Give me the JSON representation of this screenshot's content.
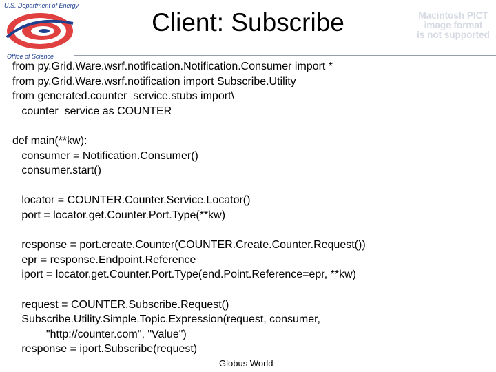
{
  "header": {
    "org_top": "U.S. Department of Energy",
    "org_bottom": "Office of Science",
    "title": "Client: Subscribe",
    "pict_notice": [
      "Macintosh PICT",
      "image format",
      "is not supported"
    ]
  },
  "code": [
    [
      "from py.Grid.Ware.wsrf.notification.Notification.Consumer import *",
      "from py.Grid.Ware.wsrf.notification import Subscribe.Utility",
      "from generated.counter_service.stubs import\\",
      "   counter_service as COUNTER"
    ],
    [
      "def main(**kw):",
      "   consumer = Notification.Consumer()",
      "   consumer.start()"
    ],
    [
      "   locator = COUNTER.Counter.Service.Locator()",
      "   port = locator.get.Counter.Port.Type(**kw)"
    ],
    [
      "   response = port.create.Counter(COUNTER.Create.Counter.Request())",
      "   epr = response.Endpoint.Reference",
      "   iport = locator.get.Counter.Port.Type(end.Point.Reference=epr, **kw)"
    ],
    [
      "   request = COUNTER.Subscribe.Request()",
      "   Subscribe.Utility.Simple.Topic.Expression(request, consumer,",
      "           \"http://counter.com\", \"Value\")",
      "   response = iport.Subscribe(request)"
    ]
  ],
  "footer": {
    "text": "Globus World"
  }
}
